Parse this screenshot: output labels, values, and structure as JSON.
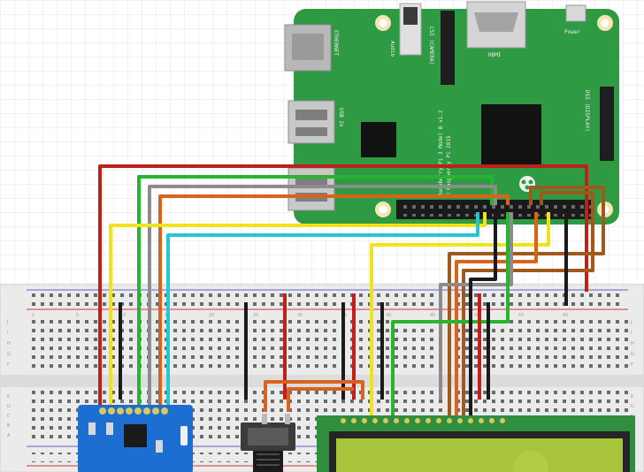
{
  "board": {
    "ethernet_label": "ETHERNET",
    "usb_label": "USB 2x",
    "audio_label": "Audio",
    "csi_label": "CSI (CAMERA)",
    "hdmi_label": "HDMI",
    "power_label": "Power",
    "dsi_label": "DSI (DISPLAY)",
    "model_label": "Raspberry Pi 3 Model B v1.2",
    "copyright_label": "© Raspberry Pi 2015"
  },
  "breadboard": {
    "row_letters_top": [
      "J",
      "I",
      "H",
      "G",
      "F"
    ],
    "row_letters_bottom": [
      "E",
      "D",
      "C",
      "B",
      "A"
    ],
    "column_numbers": [
      "1",
      "5",
      "10",
      "15",
      "20",
      "25",
      "30",
      "35",
      "40",
      "45",
      "50",
      "55",
      "60"
    ]
  },
  "colors": {
    "pcb": "#2e9a44",
    "breadboard": "#ebebeb",
    "sensor_board": "#1c6fd0",
    "lcd_frame": "#2f8f3e",
    "lcd_screen": "#a8c43c",
    "wire_red": "#c0201a",
    "wire_black": "#1a1a1a",
    "wire_green": "#27b52f",
    "wire_gray": "#8c8c8c",
    "wire_orange": "#d9621f",
    "wire_yellow": "#f0e31a",
    "wire_cyan": "#27c6d3",
    "wire_brown": "#a0581c"
  }
}
